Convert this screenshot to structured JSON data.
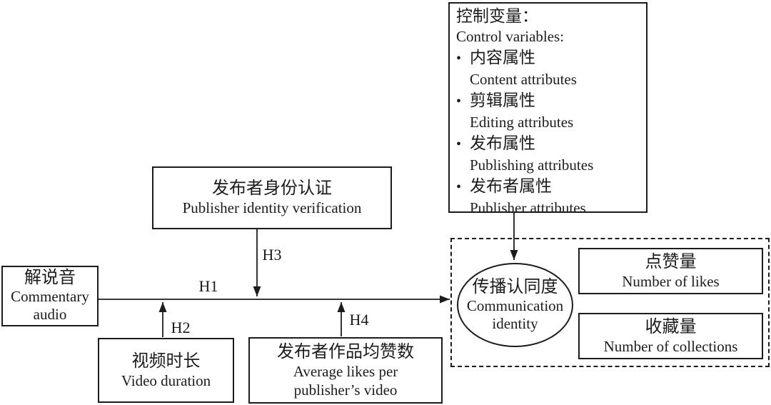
{
  "control_box": {
    "title_zh": "控制变量：",
    "title_en": "Control variables:",
    "bullet": "•",
    "items": [
      {
        "zh": "内容属性",
        "en": "Content attributes"
      },
      {
        "zh": "剪辑属性",
        "en": "Editing attributes"
      },
      {
        "zh": "发布属性",
        "en": "Publishing attributes"
      },
      {
        "zh": "发布者属性",
        "en": "Publisher attributes"
      }
    ]
  },
  "publisher_verification": {
    "zh": "发布者身份认证",
    "en": "Publisher identity verification"
  },
  "commentary_audio": {
    "zh": "解说音",
    "en1": "Commentary",
    "en2": "audio"
  },
  "video_duration": {
    "zh": "视频时长",
    "en": "Video duration"
  },
  "avg_likes": {
    "zh": "发布者作品均赞数",
    "en1": "Average likes per",
    "en2": "publisher’s video"
  },
  "communication_identity": {
    "zh": "传播认同度",
    "en1": "Communication",
    "en2": "identity"
  },
  "likes_box": {
    "zh": "点赞量",
    "en": "Number of likes"
  },
  "collections_box": {
    "zh": "收藏量",
    "en": "Number of collections"
  },
  "labels": {
    "h1": "H1",
    "h2": "H2",
    "h3": "H3",
    "h4": "H4"
  },
  "colors": {
    "line": "#1c1c1c",
    "background": "#ffffff"
  }
}
